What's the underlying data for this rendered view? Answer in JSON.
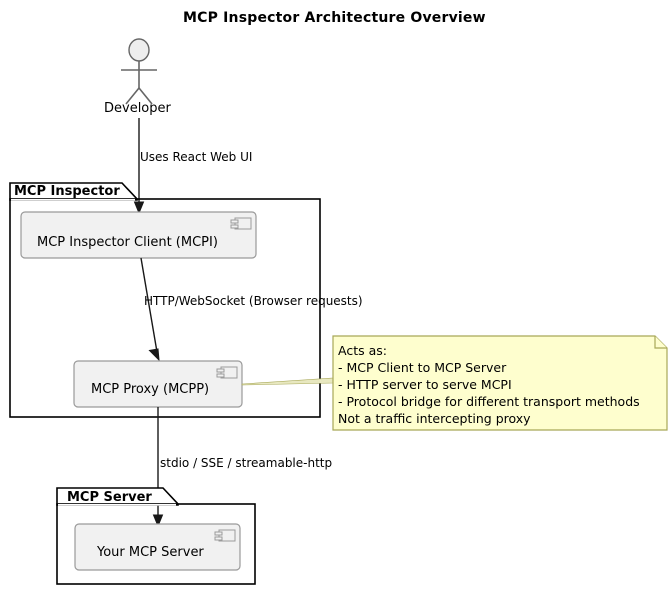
{
  "diagram": {
    "title": "MCP Inspector Architecture Overview",
    "type": "uml-component-diagram"
  },
  "actor": {
    "name": "Developer",
    "icon": "stick-figure-actor-icon"
  },
  "packages": [
    {
      "id": "mcp-inspector",
      "label": "MCP Inspector",
      "components": [
        {
          "id": "mcpi",
          "label": "MCP Inspector Client (MCPI)",
          "icon": "uml-component-icon"
        },
        {
          "id": "mcpp",
          "label": "MCP Proxy (MCPP)",
          "icon": "uml-component-icon"
        }
      ]
    },
    {
      "id": "mcp-server",
      "label": "MCP Server",
      "components": [
        {
          "id": "your-mcp-server",
          "label": "Your MCP Server",
          "icon": "uml-component-icon"
        }
      ]
    }
  ],
  "edges": [
    {
      "id": "developer-to-mcpi",
      "from": "Developer",
      "to": "MCP Inspector Client (MCPI)",
      "label": "Uses React Web UI"
    },
    {
      "id": "mcpi-to-mcpp",
      "from": "MCP Inspector Client (MCPI)",
      "to": "MCP Proxy (MCPP)",
      "label": "HTTP/WebSocket (Browser requests)"
    },
    {
      "id": "mcpp-to-server",
      "from": "MCP Proxy (MCPP)",
      "to": "Your MCP Server",
      "label": "stdio / SSE / streamable-http"
    }
  ],
  "note": {
    "id": "mcpp-note",
    "attached_to": "MCP Proxy (MCPP)",
    "lines": [
      "Acts as:",
      "- MCP Client to MCP Server",
      "- HTTP server to serve MCPI",
      "- Protocol bridge for different transport methods",
      "Not a traffic intercepting proxy"
    ]
  },
  "colors": {
    "background": "#FFFFFF",
    "component_fill": "#F1F1F1",
    "component_border": "#9A9A9A",
    "package_border": "#000000",
    "note_fill": "#FEFECE",
    "note_border": "#A8A858",
    "line": "#181818",
    "actor_fill": "#EEEEEE",
    "actor_stroke": "#666666",
    "text": "#000000"
  }
}
